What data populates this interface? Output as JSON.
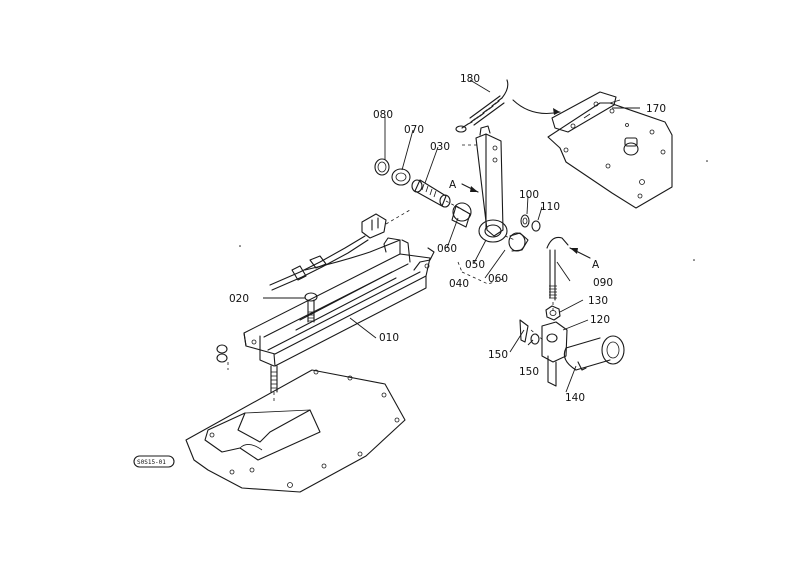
{
  "diagram": {
    "part_labels": {
      "p010": "010",
      "p020": "020",
      "p030": "030",
      "p040": "040",
      "p050": "050",
      "p060a": "060",
      "p060b": "060",
      "p070": "070",
      "p080": "080",
      "p090": "090",
      "p100": "100",
      "p110": "110",
      "p120": "120",
      "p130": "130",
      "p140": "140",
      "p150a": "150",
      "p150b": "150",
      "p170": "170",
      "p180": "180"
    },
    "view_markers": {
      "a_left": "A",
      "a_right": "A"
    },
    "drawing_code": "S0S15-01"
  }
}
